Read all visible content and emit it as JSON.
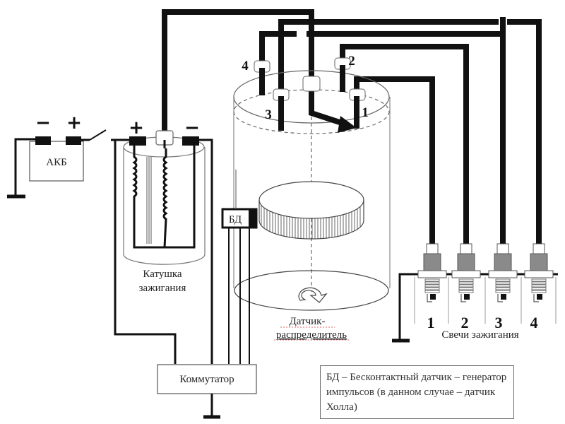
{
  "diagram": {
    "title": "Бесконтактная система зажигания",
    "battery": {
      "label": "АКБ",
      "minus": "−",
      "plus": "+"
    },
    "coil": {
      "label_line1": "Катушка",
      "label_line2": "зажигания",
      "plus": "+",
      "minus": "−"
    },
    "sensor_box": {
      "label": "БД"
    },
    "distributor": {
      "label_line1": "Датчик-",
      "label_line2": "распределитель",
      "terminals": [
        "1",
        "2",
        "3",
        "4"
      ]
    },
    "spark_plugs": {
      "label": "Свечи зажигания",
      "numbers": [
        "1",
        "2",
        "3",
        "4"
      ]
    },
    "commutator": {
      "label": "Коммутатор"
    },
    "legend": {
      "text": "БД – Бесконтактный датчик – генератор импульсов (в данном случае – датчик Холла)"
    }
  }
}
